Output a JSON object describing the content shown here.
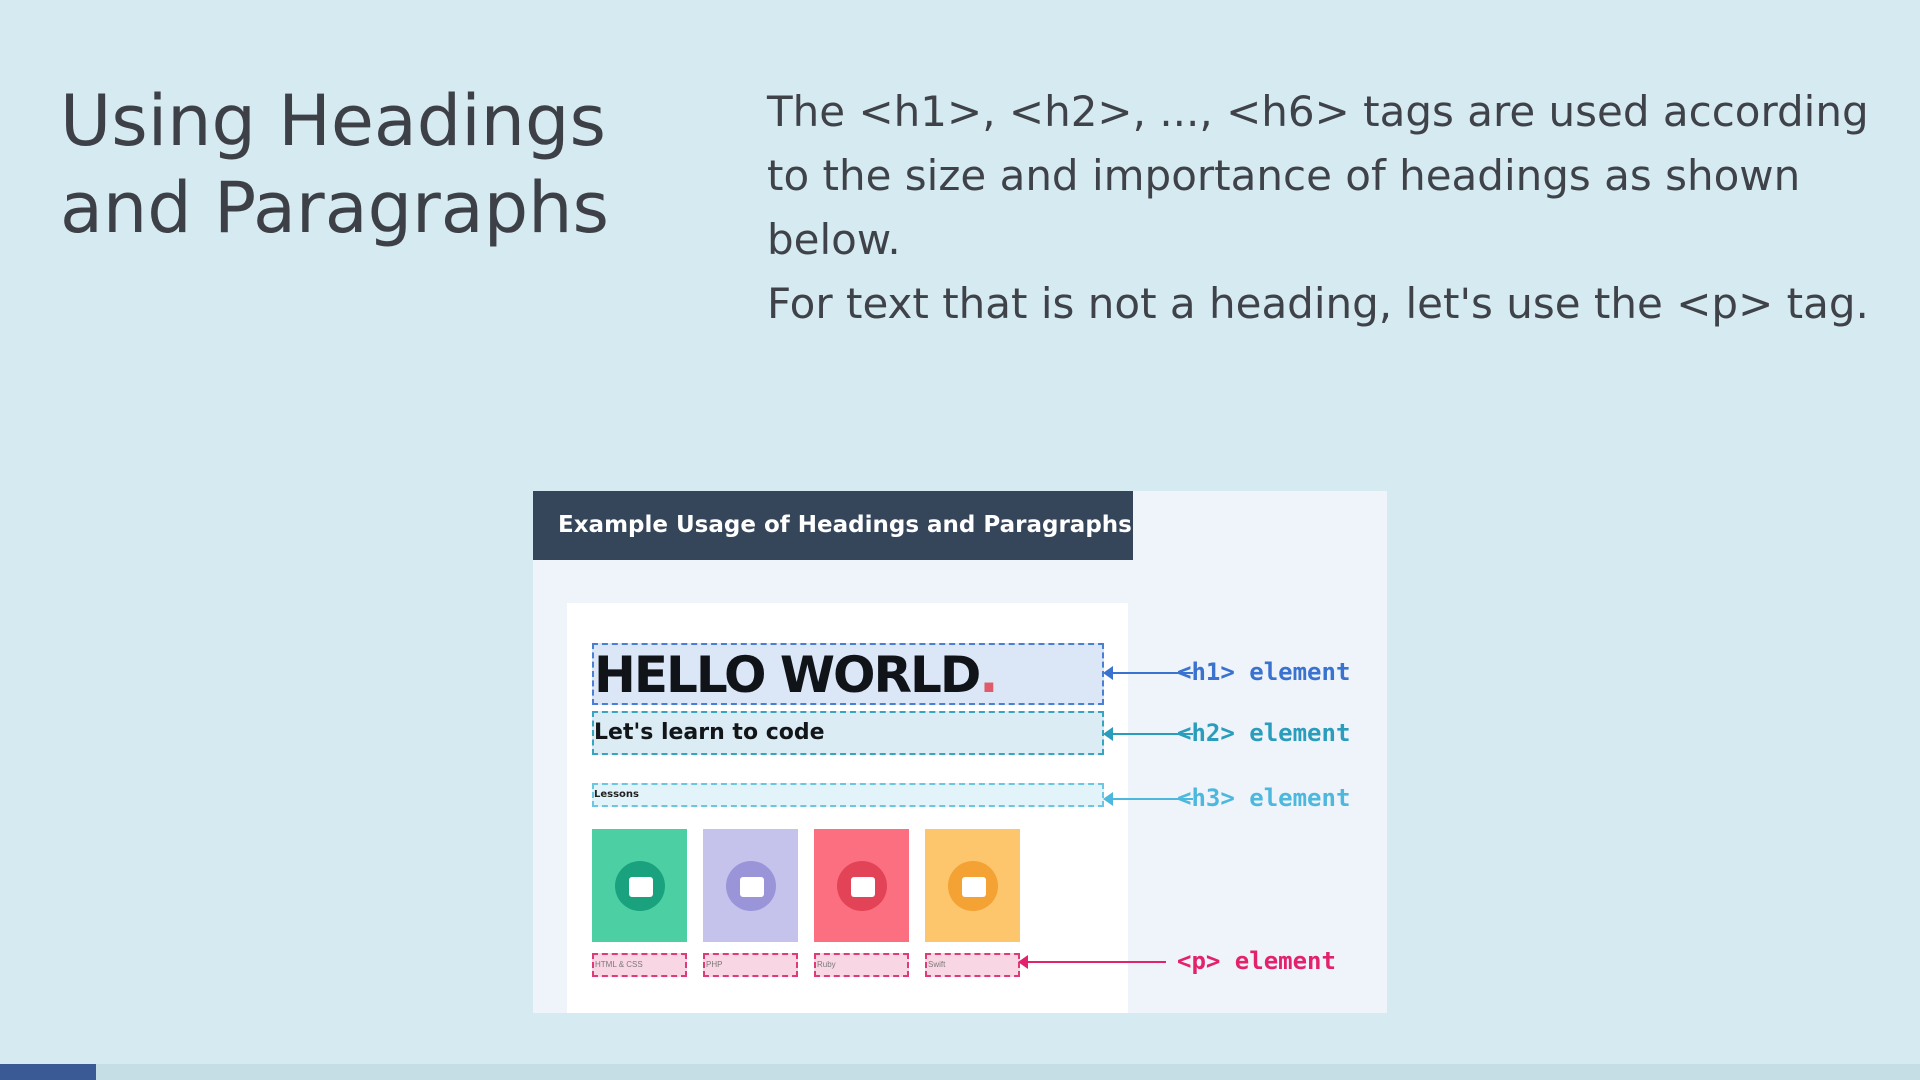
{
  "slide": {
    "title": "Using Headings and Paragraphs",
    "body": [
      "The <h1>, <h2>, ..., <h6> tags are used according to the size and importance of headings as shown below.",
      "For text that is not a heading, let's use the <p> tag."
    ]
  },
  "example": {
    "header": "Example Usage of Headings and Paragraphs",
    "h1_text": "HELLO WORLD",
    "h1_dot": ".",
    "h2_text": "Let's learn to code",
    "h3_text": "Lessons",
    "lessons": [
      {
        "label": "HTML & CSS",
        "color": "#4dcfa4",
        "circle": "#1aa27e"
      },
      {
        "label": "PHP",
        "color": "#c5c3ec",
        "circle": "#9a95d8"
      },
      {
        "label": "Ruby",
        "color": "#fb6f80",
        "circle": "#e24357"
      },
      {
        "label": "Swift",
        "color": "#fdc56c",
        "circle": "#f3a233"
      }
    ],
    "annotations": {
      "h1": "<h1> element",
      "h2": "<h2> element",
      "h3": "<h3> element",
      "p": "<p> element"
    },
    "annotation_colors": {
      "h1": "#3a72cf",
      "h2": "#2a9cbc",
      "h3": "#4db8de",
      "p": "#e2226c"
    }
  },
  "progress": {
    "fraction": 0.05,
    "color": "#3a5a96"
  }
}
